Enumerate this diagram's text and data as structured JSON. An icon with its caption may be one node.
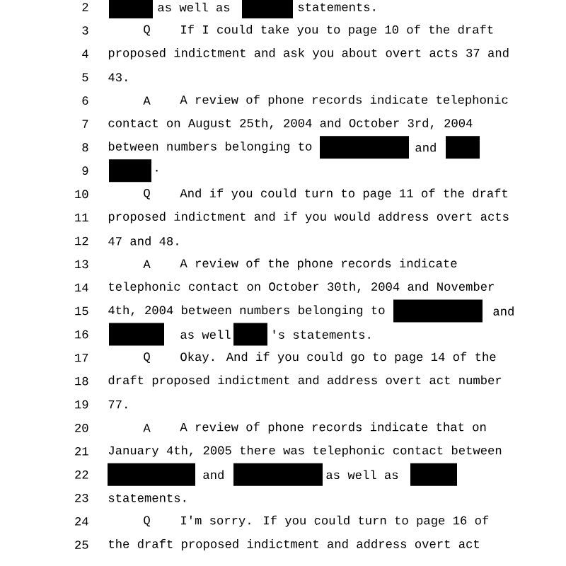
{
  "diagram": {
    "labels": [
      "2",
      "as well as",
      "statements.",
      "3",
      "Q",
      "If I could take you to page 10 of the draft",
      "4",
      "proposed indictment and ask you about overt acts 37 and",
      "5",
      "43.",
      "6",
      "A",
      "A review of phone records indicate telephonic",
      "7",
      "contact on August 25th, 2004 and October 3rd, 2004",
      "8",
      "between numbers belonging to",
      "and",
      "9",
      ".",
      "10",
      "Q",
      "And if you could turn to page 11 of the draft",
      "11",
      "proposed indictment and if you would address overt acts",
      "12",
      "47 and 48.",
      "13",
      "A",
      "A review of the phone records indicate",
      "14",
      "telephonic contact on October 30th, 2004 and November",
      "15",
      "4th, 2004 between numbers belonging to",
      "and",
      "16",
      "as well",
      "'s statements.",
      "17",
      "Q",
      "Okay. And if you could go to page 14 of the",
      "18",
      "draft proposed indictment and address overt act number",
      "19",
      "77.",
      "20",
      "A",
      "A review of phone records indicate that on",
      "21",
      "January 4th, 2005 there was telephonic contact between",
      "22",
      "and",
      "as well as",
      "23",
      "statements.",
      "24",
      "Q",
      "I'm sorry. If you could turn to page 16 of",
      "25",
      "the draft proposed indictment and address overt act"
    ]
  }
}
